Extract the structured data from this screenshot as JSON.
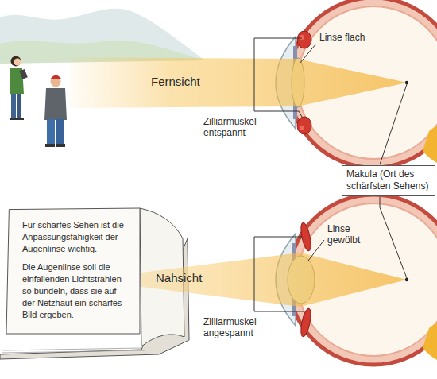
{
  "diagram": {
    "nodes": [
      {
        "text": [
          "Für scharfes Sehen ist die Anpassungsfähigkeit der Augenlinse wichtig.",
          "Die Augenlinse soll die einfallenden Lichtstrahlen so bündeln, dass sie auf der Netzhaut ein scharfes Bild ergeben."
        ]
      },
      {
        "text": [
          "Makula (Ort des schärfsten Sehens)"
        ]
      }
    ],
    "labels": [
      "Linse flach",
      "Fernsicht",
      "Zilliarmuskel entspannt",
      "Linse gewölbt",
      "Nahsicht",
      "Zilliarmuskel angespannt"
    ]
  }
}
